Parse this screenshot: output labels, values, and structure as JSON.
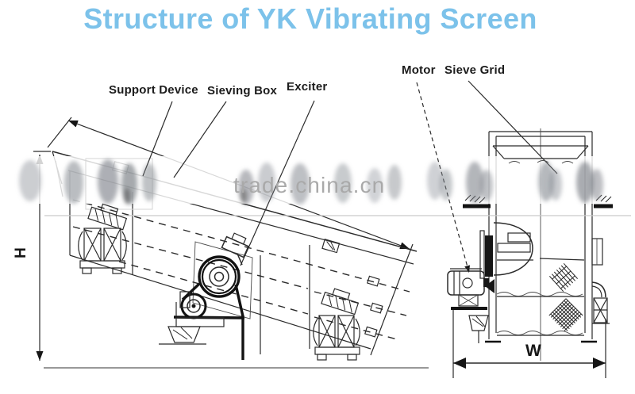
{
  "title": {
    "text": "Structure of YK Vibrating Screen"
  },
  "watermark": {
    "text": "trade.china.cn"
  },
  "labels": {
    "support_device": "Support Device",
    "sieving_box": "Sieving Box",
    "exciter": "Exciter",
    "motor": "Motor",
    "sieve_grid": "Sieve Grid"
  },
  "dimensions": {
    "height_label": "H",
    "width_label": "W"
  },
  "colors": {
    "title": "#7cc2ea",
    "line": "#2b2b2b",
    "label_text": "#1c1c1c",
    "watermark_text": "#a9a9a9",
    "background": "#ffffff"
  }
}
